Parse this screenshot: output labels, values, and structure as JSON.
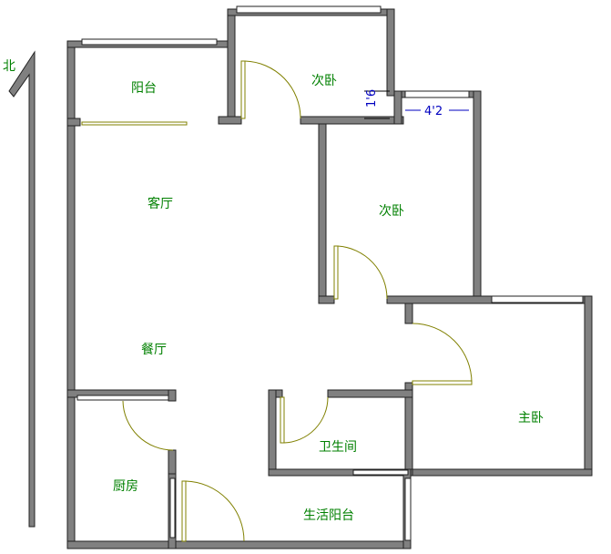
{
  "compass": {
    "label": "北"
  },
  "rooms": {
    "balcony": "阳台",
    "bedroom_top": "次卧",
    "bedroom_middle": "次卧",
    "living_room": "客厅",
    "dining_room": "餐厅",
    "master_bedroom": "主卧",
    "bathroom": "卫生间",
    "kitchen": "厨房",
    "utility_balcony": "生活阳台"
  },
  "dimensions": {
    "window_width": "4'2",
    "wall_height": "1'6"
  },
  "colors": {
    "wall": "#808080",
    "label": "#008000",
    "door": "#808000",
    "dimension": "#0000c0"
  }
}
